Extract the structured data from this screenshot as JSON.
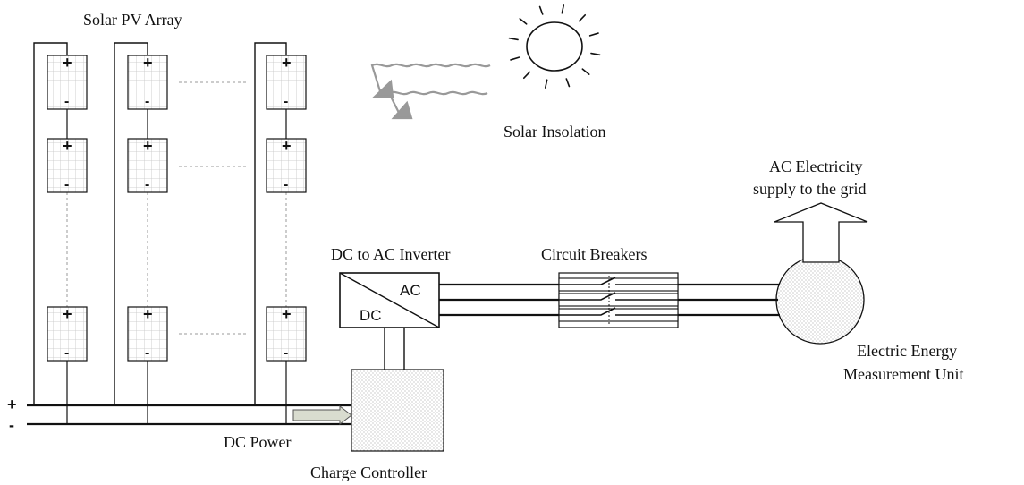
{
  "labels": {
    "array_title": "Solar PV Array",
    "insolation": "Solar Insolation",
    "ac_electricity_line1": "AC Electricity",
    "ac_electricity_line2": "supply to the grid",
    "inverter_title": "DC to AC Inverter",
    "inverter_ac": "AC",
    "inverter_dc": "DC",
    "breakers_title": "Circuit Breakers",
    "meter_line1": "Electric Energy",
    "meter_line2": "Measurement Unit",
    "dc_power": "DC Power",
    "charge_controller": "Charge Controller",
    "bus_plus": "+",
    "bus_minus": "-"
  },
  "panel": {
    "plus": "+",
    "minus": "-"
  },
  "colors": {
    "line": "#111111",
    "panel_grid": "#bdbdbd",
    "dashed": "#9a9a9a",
    "arrow_fill": "#d9dccf"
  }
}
